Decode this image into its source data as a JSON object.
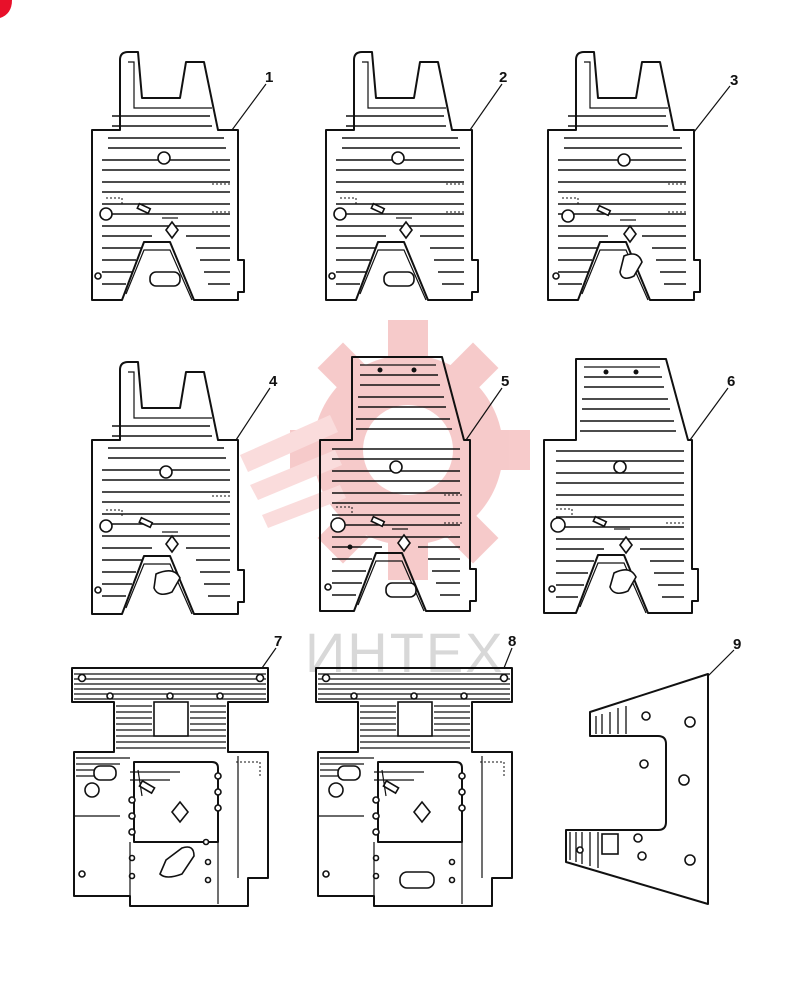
{
  "callouts": [
    "1",
    "2",
    "3",
    "4",
    "5",
    "6",
    "7",
    "8",
    "9"
  ],
  "watermark": {
    "text": "ИНТЕХ",
    "gear_color": "#f0a0a0",
    "text_color": "#d8d8d8"
  },
  "corner_mark_color": "#e8102a",
  "colors": {
    "ink": "#111111",
    "paper": "#ffffff"
  }
}
